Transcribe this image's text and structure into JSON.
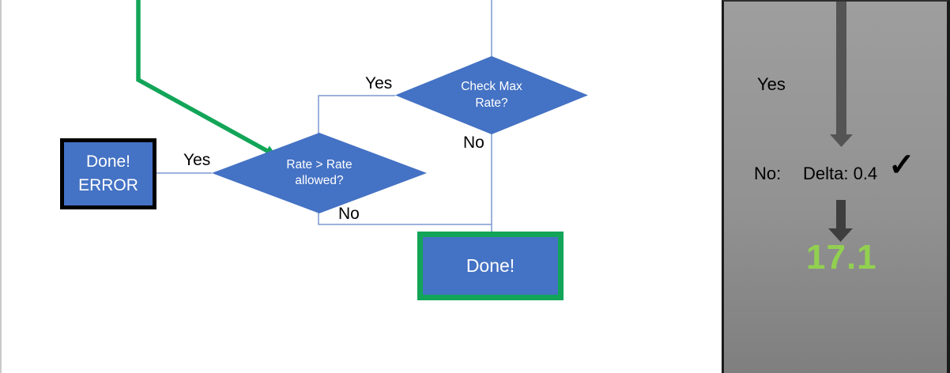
{
  "flowchart": {
    "decision_check_max_rate": {
      "line1": "Check Max",
      "line2": "Rate?"
    },
    "decision_rate_allowed": {
      "line1": "Rate > Rate",
      "line2": "allowed?"
    },
    "node_done_error": {
      "line1": "Done!",
      "line2": "ERROR"
    },
    "node_done": {
      "label": "Done!"
    },
    "edge_labels": {
      "check_max_yes": "Yes",
      "check_max_no": "No",
      "rate_allowed_yes": "Yes",
      "rate_allowed_no": "No"
    }
  },
  "side_panel": {
    "yes_label": "Yes",
    "no_label": "No:",
    "delta_text": "Delta: 0.4",
    "check_icon": "✓",
    "result_value": "17.1"
  },
  "colors": {
    "node_fill": "#4472C4",
    "connector_line": "#7C99CF",
    "green_accent": "#12A558",
    "result_green": "#92D050",
    "arrow_dark": "#545454",
    "arrow_darker": "#3E3E3E",
    "panel_top": "#9E9E9E",
    "panel_bottom": "#7F7F7F",
    "box_border_black": "#000000",
    "edge_light": "#CACACA"
  }
}
